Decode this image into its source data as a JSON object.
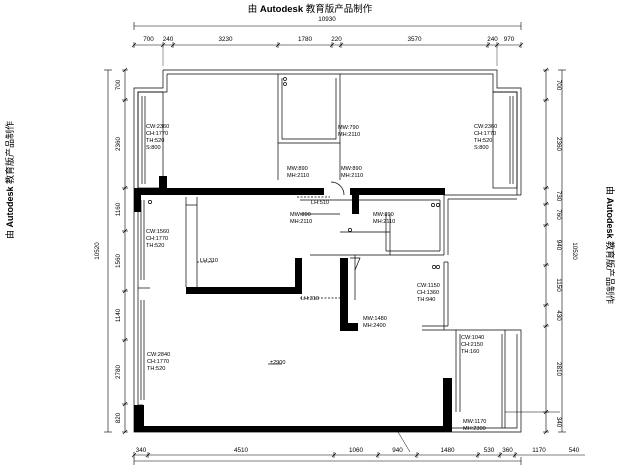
{
  "watermark": {
    "prefix": "由",
    "brand": "Autodesk",
    "suffix": "教育版产品制作"
  },
  "overall": {
    "width": "10930",
    "height": "10520"
  },
  "dims": {
    "top": [
      "700",
      "240",
      "3230",
      "1780",
      "220",
      "3570",
      "240",
      "970"
    ],
    "bottom": [
      "340",
      "4510",
      "1060",
      "940",
      "1480",
      "530",
      "360",
      "1170",
      "540"
    ],
    "left": [
      "700",
      "2360",
      "1160",
      "1560",
      "1140",
      "2780",
      "820"
    ],
    "right": [
      "700",
      "2360",
      "730",
      "760",
      "940",
      "1150",
      "430",
      "2810",
      "340"
    ]
  },
  "labels": {
    "win_left_top": [
      "CW:2360",
      "CH:1770",
      "TH:520",
      "S:800"
    ],
    "win_right_top": [
      "CW:2360",
      "CH:1770",
      "TH:520",
      "S:800"
    ],
    "door_center": [
      "MW:790",
      "MH:2110"
    ],
    "door_bath_l": [
      "MW:890",
      "MH:2110"
    ],
    "door_bath_r": [
      "MW:890",
      "MH:2110"
    ],
    "lh_510": "LH:510",
    "win_left_mid": [
      "CW:1560",
      "CH:1770",
      "TH:520"
    ],
    "lh_310_a": "LH:310",
    "door_mid_l": [
      "MW:890",
      "MH:2110"
    ],
    "door_mid_r": [
      "MW:890",
      "MH:2110"
    ],
    "lh_310_b": "LH:310",
    "win_kitchen": [
      "CW:1150",
      "CH:1360",
      "TH:940"
    ],
    "door_entry": [
      "MW:1480",
      "MH:2400"
    ],
    "win_right_low": [
      "CW:1040",
      "CH:2150",
      "TH:160"
    ],
    "win_living": [
      "CW:2840",
      "CH:1770",
      "TH:520"
    ],
    "elevation": "±2900",
    "door_bottom_r": [
      "MW:1170",
      "MH:2300"
    ]
  }
}
